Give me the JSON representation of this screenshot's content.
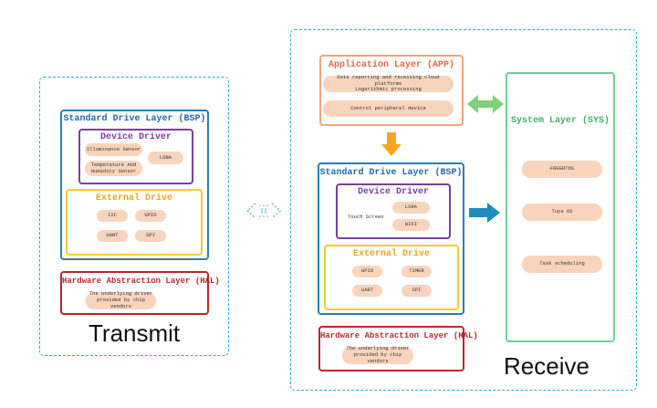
{
  "transmit": {
    "caption": "Transmit",
    "bsp": {
      "title": "Standard Drive Layer (BSP)",
      "device_driver": {
        "title": "Device Driver",
        "items": [
          "Illuminance Sensor",
          "Temperature And\nHumidity Sensor",
          "LORA"
        ]
      },
      "external_drive": {
        "title": "External Drive",
        "items": [
          "I2C",
          "GPIO",
          "UART",
          "SPI"
        ]
      }
    },
    "hal": {
      "title": "Hardware Abstraction Layer (HAL)",
      "item": "The underlying driver\nprovided by chip vendors"
    }
  },
  "receive": {
    "caption": "Receive",
    "app": {
      "title": "Application Layer (APP)",
      "items": [
        "Data reporting and receiving cloud platforms\nLogarithmic processing",
        "Control peripheral device"
      ]
    },
    "bsp": {
      "title": "Standard Drive Layer (BSP)",
      "device_driver": {
        "title": "Device Driver",
        "touch": "Touch Screen",
        "items": [
          "LORA",
          "WIFI"
        ]
      },
      "external_drive": {
        "title": "External Drive",
        "items": [
          "GPIO",
          "TIMER",
          "UART",
          "SPI"
        ]
      }
    },
    "hal": {
      "title": "Hardware Abstraction Layer (HAL)",
      "item": "The underlying driver\nprovided by chip vendors"
    },
    "sys": {
      "title": "System Layer (SYS)",
      "items": [
        "FREERTOS",
        "Tuya OS",
        "Task scheduling"
      ]
    }
  },
  "link_icon": "wireless-link-icon",
  "colors": {
    "dashed_border": "#2aa8d8",
    "bsp": "#2a7db5",
    "device_driver": "#7a3fa0",
    "external_drive": "#f2cc2e",
    "hal": "#b8282c",
    "app": "#f0a47a",
    "sys": "#6fd08f",
    "pill": "#f8d4bc",
    "arrow_orange": "#f5a623",
    "arrow_blue": "#1f8cc4",
    "arrow_green": "#7ed07a"
  }
}
